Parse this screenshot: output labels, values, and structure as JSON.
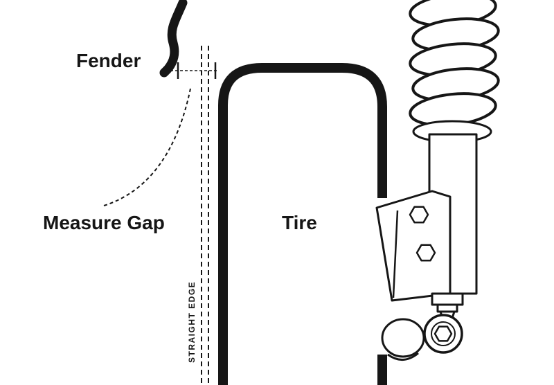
{
  "diagram": {
    "labels": {
      "fender": "Fender",
      "measure_gap": "Measure Gap",
      "tire": "Tire",
      "straight_edge": "STRAIGHT EDGE"
    },
    "colors": {
      "ink": "#161616",
      "background": "#ffffff"
    }
  }
}
